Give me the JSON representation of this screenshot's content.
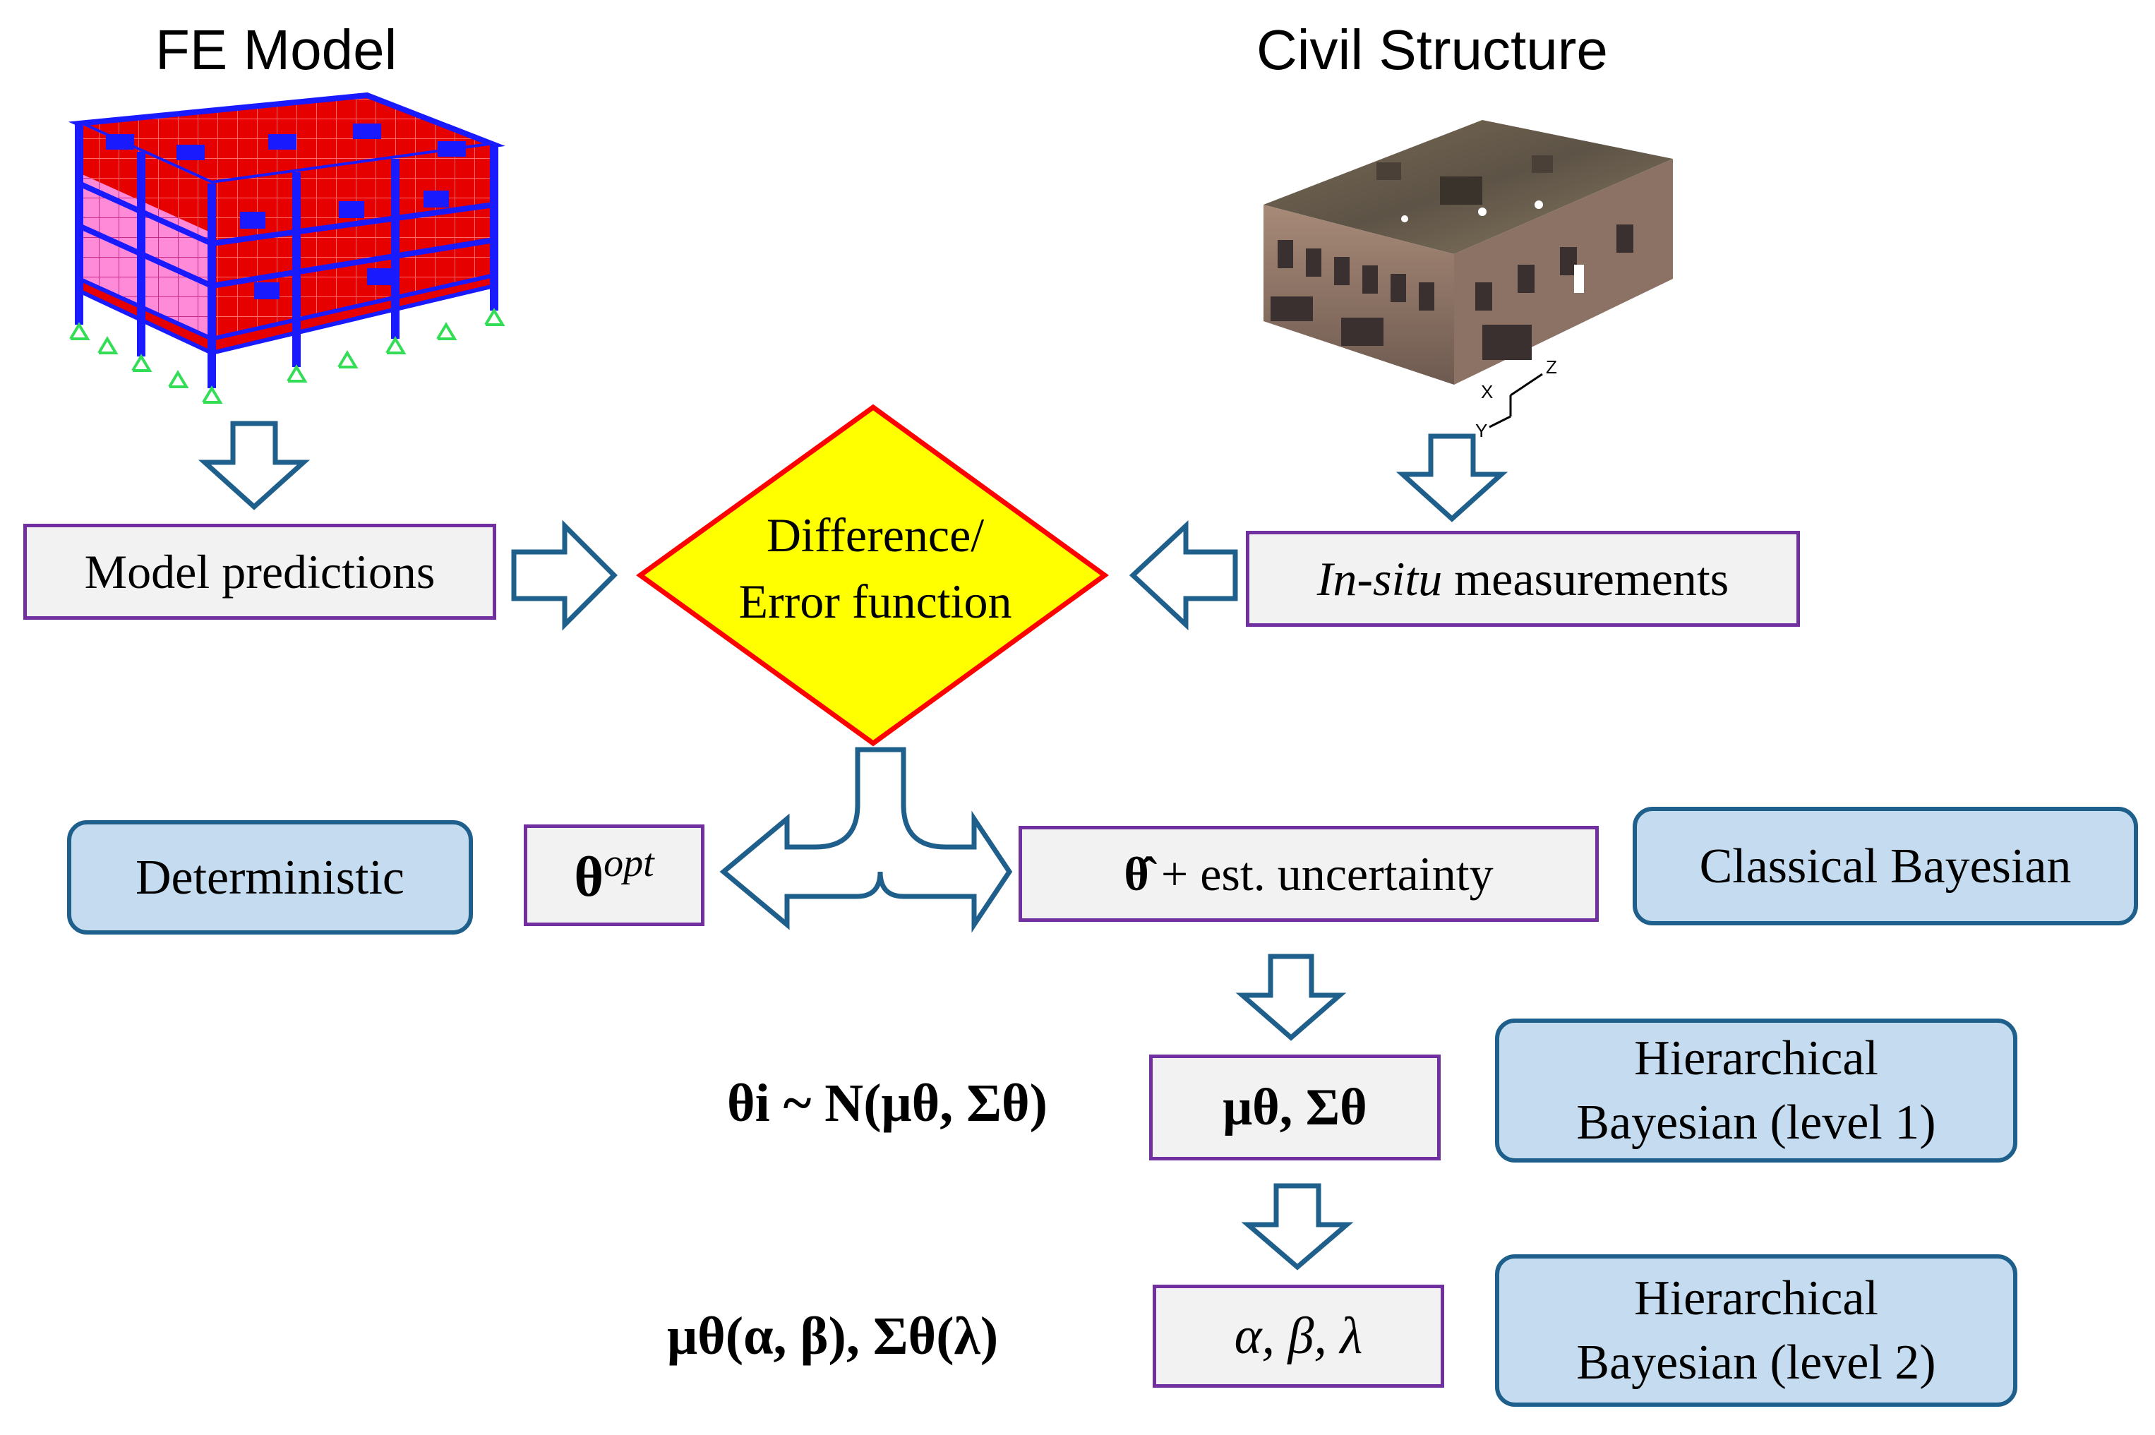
{
  "headings": {
    "fe_model": "FE Model",
    "civil_structure": "Civil Structure"
  },
  "boxes": {
    "model_predictions": "Model predictions",
    "in_situ_italic": "In-situ",
    "in_situ_rest": " measurements",
    "theta_opt_symbol": "θ",
    "theta_opt_sup": "opt",
    "theta_hat": "θ̂",
    "theta_hat_rest": " + est. uncertainty",
    "mu_sigma": "μθ, Σθ",
    "alpha_beta_lambda": "α, β, λ"
  },
  "decision": {
    "line1": "Difference/",
    "line2": "Error function"
  },
  "categories": {
    "deterministic": "Deterministic",
    "classical_bayesian": "Classical Bayesian",
    "hier_level1_line1": "Hierarchical",
    "hier_level1_line2": "Bayesian (level 1)",
    "hier_level2_line1": "Hierarchical",
    "hier_level2_line2": "Bayesian (level 2)"
  },
  "formulas": {
    "level1": "θi ~ N(μθ, Σθ)",
    "level2": "μθ(α, β), Σθ(λ)"
  },
  "photo_labels": {
    "axis_x": "X",
    "axis_y": "Y",
    "axis_z": "Z"
  },
  "colors": {
    "arrow_outline": "#1f5f8b",
    "purple_border": "#7030a0",
    "blue_fill": "#c5dcf0",
    "diamond_fill": "#ffff00",
    "diamond_border": "#ff0000",
    "fe_red": "#e00000",
    "fe_blue": "#1a1aff",
    "support_green": "#33dd55"
  }
}
